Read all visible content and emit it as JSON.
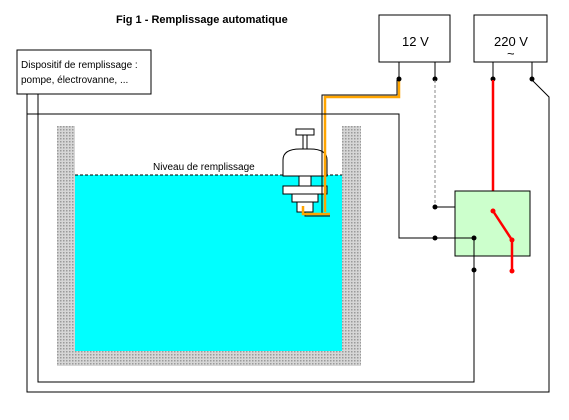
{
  "figure": {
    "title": "Fig 1 - Remplissage automatique"
  },
  "device_box": {
    "line1": "Dispositif de remplissage :",
    "line2": "pompe, électrovanne, ..."
  },
  "supply_12v": {
    "label": "12 V"
  },
  "supply_220v": {
    "label": "220 V",
    "ac_symbol": "~"
  },
  "tank": {
    "level_label": "Niveau de remplissage"
  },
  "colors": {
    "water": "#00ffff",
    "tank_wall": "#c8c8c8",
    "relay_box": "#ccffcc",
    "float_wire": "#ffa500",
    "mains_wire": "#ff0000",
    "wire": "#000000",
    "wire_dashed": "#888888"
  }
}
